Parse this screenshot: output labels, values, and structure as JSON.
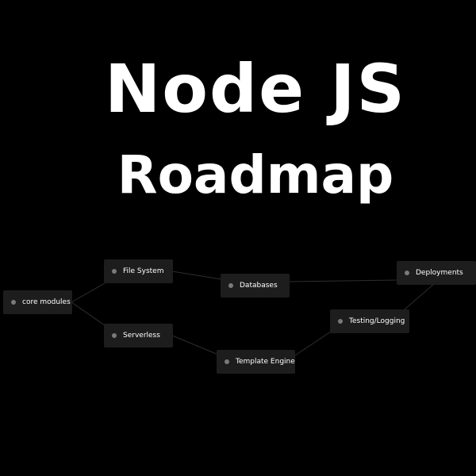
{
  "title": {
    "line1": "Node JS",
    "line2": "Roadmap"
  },
  "colors": {
    "background": "#000000",
    "node_fill": "#1d1d1d",
    "edge": "#2e2e2e",
    "dot": "#7a7a7a",
    "text": "#ffffff"
  },
  "nodes": {
    "core_modules": "core modules",
    "file_system": "File System",
    "serverless": "Serverless",
    "databases": "Databases",
    "template_engine": "Template Engine",
    "testing_logging": "Testing/Logging",
    "deployments": "Deployments"
  }
}
